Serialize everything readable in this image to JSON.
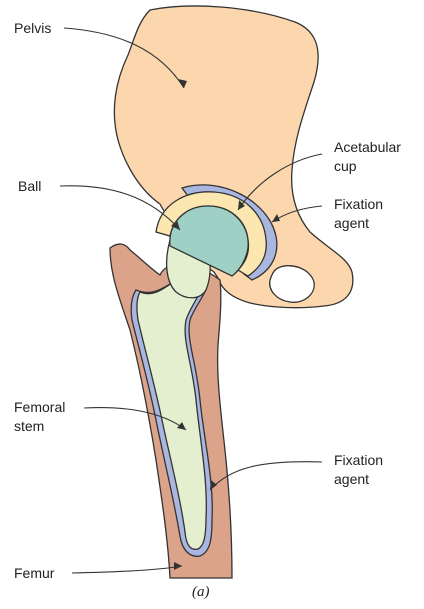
{
  "labels": {
    "pelvis": "Pelvis",
    "acetabular_cup_line1": "Acetabular",
    "acetabular_cup_line2": "cup",
    "ball": "Ball",
    "fixation_agent_top_line1": "Fixation",
    "fixation_agent_top_line2": "agent",
    "femoral_stem_line1": "Femoral",
    "femoral_stem_line2": "stem",
    "fixation_agent_bottom_line1": "Fixation",
    "fixation_agent_bottom_line2": "agent",
    "femur": "Femur"
  },
  "caption": "(a)",
  "colors": {
    "bone": "#fcd7ad",
    "femur": "#dba38a",
    "cup": "#fde7b0",
    "ball": "#9fd0c6",
    "stem": "#e3efcf",
    "cement": "#a9b7e0",
    "outline": "#333333"
  }
}
